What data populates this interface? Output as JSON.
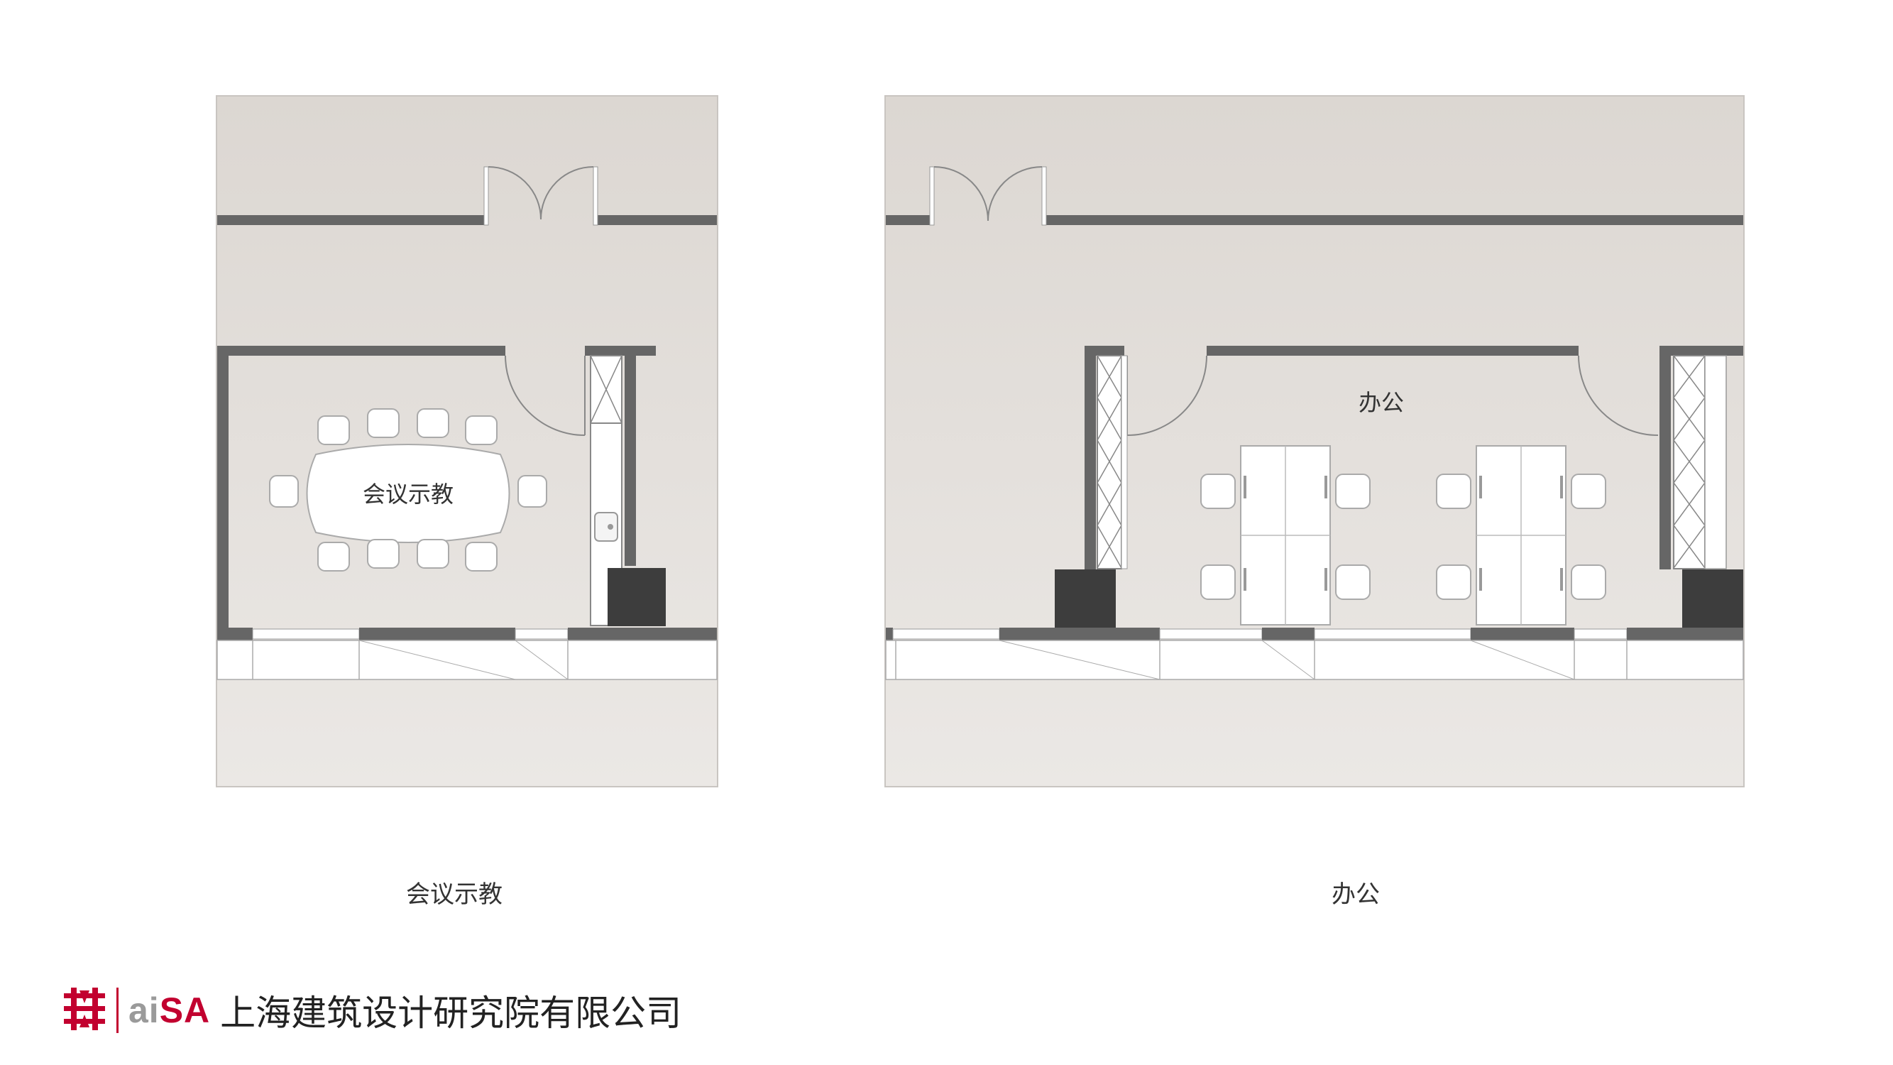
{
  "rooms": {
    "meeting": {
      "inner_label": "会议示教",
      "caption": "会议示教"
    },
    "office": {
      "inner_label": "办公",
      "caption": "办公"
    }
  },
  "footer": {
    "logo_icon": "institute-emblem-icon",
    "brand_prefix": "ai",
    "brand_suffix": "SA",
    "company_name": "上海建筑设计研究院有限公司"
  },
  "colors": {
    "floor": "#ded9d4",
    "wall": "#666666",
    "block": "#3d3d3d",
    "brand_red": "#c2002f",
    "brand_gray": "#9a9a9a"
  }
}
